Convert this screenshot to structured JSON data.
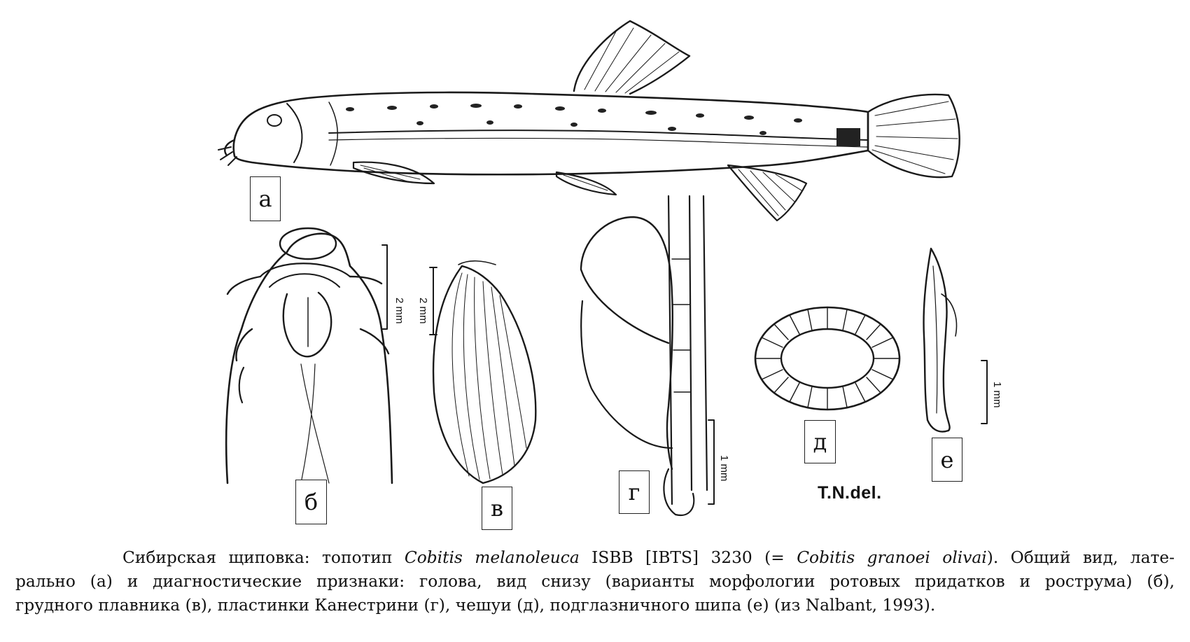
{
  "figure": {
    "labels": {
      "a": "а",
      "b": "б",
      "v": "в",
      "g": "г",
      "d": "д",
      "e": "е"
    },
    "scale_bars": {
      "b": "2 mm",
      "v": "2 mm",
      "g": "1 mm",
      "e": "1 mm"
    },
    "credit": "T.N.del."
  },
  "caption": {
    "part1": "Сибирская щиповка: топотип ",
    "species1": "Cobitis melanoleuca",
    "part2": " ISBB [IBTS] 3230 (= ",
    "species2": "Cobitis granoei olivai",
    "part3": "). Общий вид, лате-",
    "line2": "рально (а) и диагностические признаки: голова, вид снизу (варианты морфологии ротовых придатков и рострума) (б),",
    "line3": "грудного плавника (в), пластинки Канестрини (г), чешуи (д), подглазничного шипа (е) (из Nalbant, 1993)."
  }
}
